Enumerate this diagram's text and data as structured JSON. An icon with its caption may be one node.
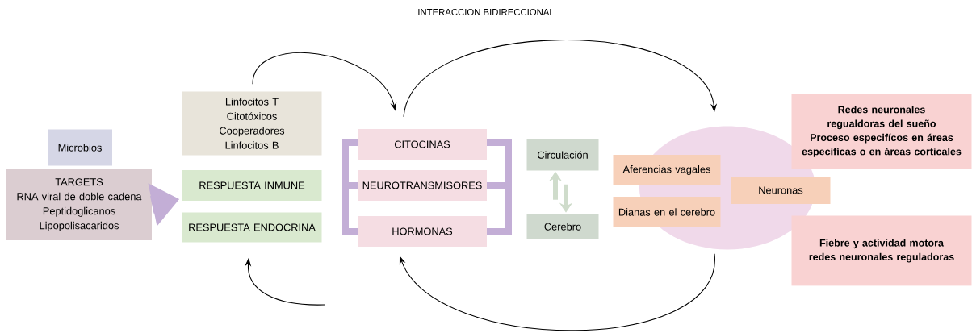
{
  "diagram": {
    "title": "INTERACCION BIDIRECCIONAL",
    "nodes": [
      {
        "text": [
          "Microbios"
        ]
      },
      {
        "text": [
          "TARGETS",
          "RNA viral de doble cadena",
          "Peptidoglicanos",
          "Lipopolisacaridos"
        ]
      },
      {
        "text": [
          "Linfocitos T",
          "Citotóxicos",
          "Cooperadores",
          "Linfocitos B"
        ]
      },
      {
        "text": [
          "RESPUESTA INMUNE"
        ]
      },
      {
        "text": [
          "RESPUESTA ENDOCRINA"
        ]
      },
      {
        "text": [
          "CITOCINAS"
        ]
      },
      {
        "text": [
          "NEUROTRANSMISORES"
        ]
      },
      {
        "text": [
          "HORMONAS"
        ]
      },
      {
        "text": [
          "Circulación"
        ]
      },
      {
        "text": [
          "Cerebro"
        ]
      },
      {
        "text": [],
        "shape": "ellipse"
      },
      {
        "text": [
          "Aferencias vagales"
        ]
      },
      {
        "text": [
          "Dianas en el cerebro"
        ]
      },
      {
        "text": [
          "Neuronas"
        ]
      },
      {
        "text": [
          "Redes neuronales regualdoras del sueño",
          "Proceso especifícos en áreas especifícas o en áreas corticales"
        ]
      },
      {
        "text": [
          "Fiebre y actividad motora",
          "redes neuronales reguladoras"
        ]
      }
    ],
    "edges": [
      {
        "from": 1,
        "to": null,
        "arrow": "to",
        "style": "thick",
        "color": "#c3aed6"
      },
      {
        "from": 2,
        "to": 5,
        "arrow": "to"
      },
      {
        "from": 5,
        "to": 10,
        "arrow": "to"
      },
      {
        "from": 10,
        "to": 7,
        "arrow": "to"
      },
      {
        "from": null,
        "to": 4,
        "arrow": "to"
      },
      {
        "from": 9,
        "to": 8,
        "arrow": "to",
        "style": "thick",
        "color": "#cfdccb"
      },
      {
        "from": 8,
        "to": 9,
        "arrow": "to",
        "style": "thick",
        "color": "#cfdccb"
      }
    ]
  }
}
